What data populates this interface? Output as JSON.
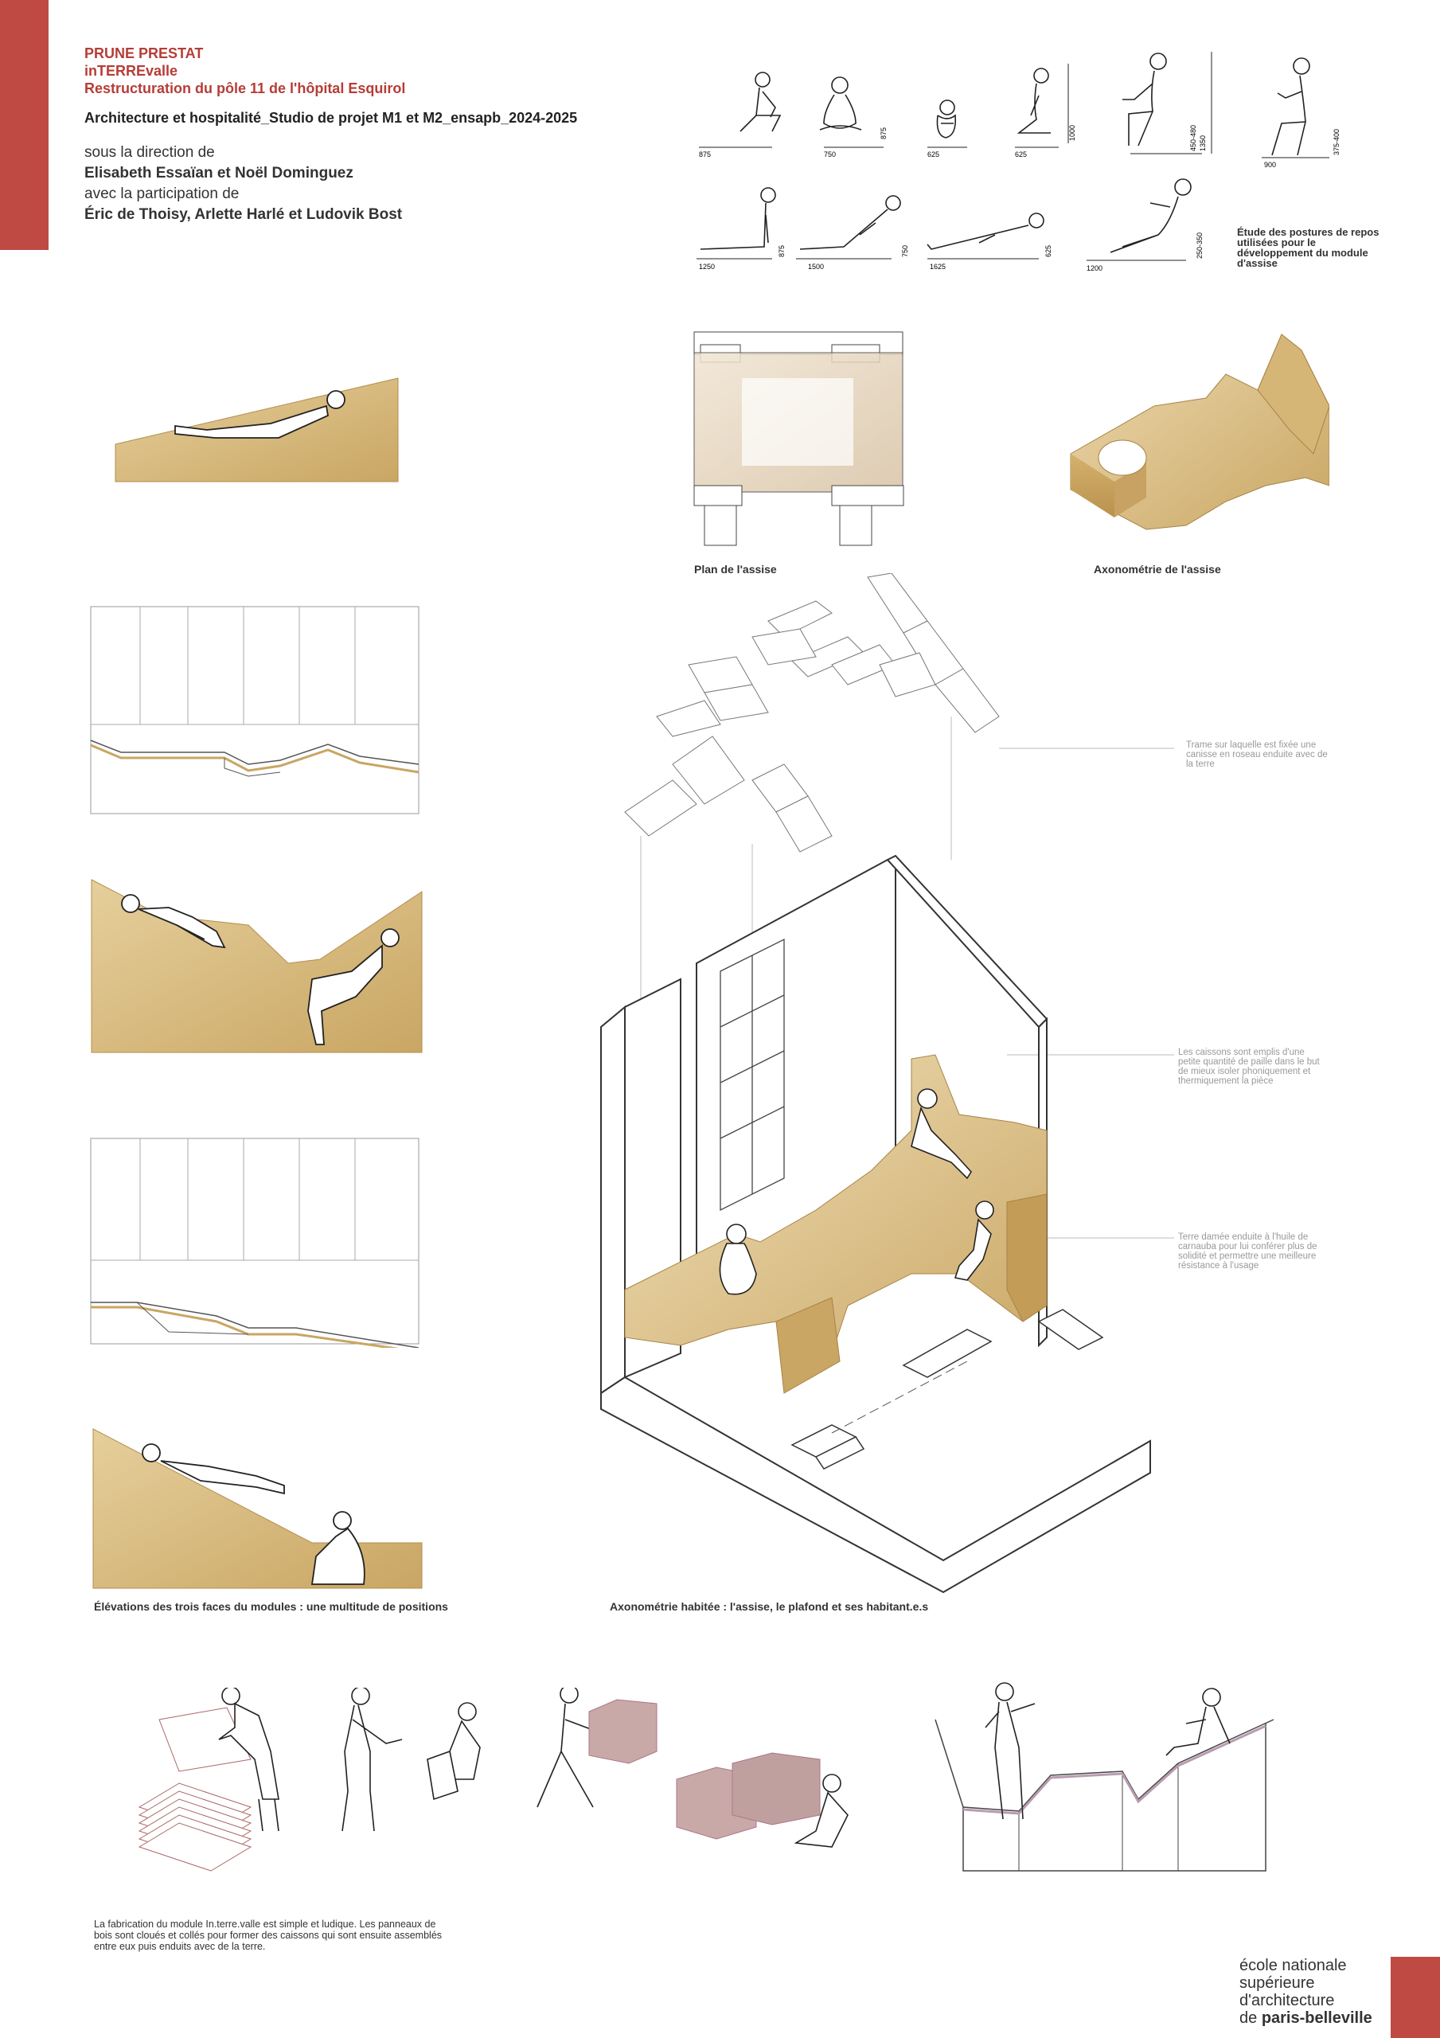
{
  "header": {
    "author": "PRUNE PRESTAT",
    "project": "inTERREvalle",
    "subtitle": "Restructuration du pôle 11 de l'hôpital Esquirol",
    "studio": "Architecture et hospitalité_Studio de projet M1 et M2_ensapb_2024-2025",
    "direction_label": "sous la direction de",
    "directors": "Elisabeth Essaïan et Noël Dominguez",
    "participation_label": "avec la participation de",
    "participants": "Éric de Thoisy, Arlette Harlé et Ludovik Bost"
  },
  "postures": {
    "caption": "Étude des postures de repos utilisées pour le développement du module d'assise",
    "row1": [
      {
        "width": "875"
      },
      {
        "width": "750",
        "height": "875"
      },
      {
        "width": "625"
      },
      {
        "width": "625",
        "height": "1000"
      },
      {
        "height_a": "450-480",
        "height_b": "1350"
      },
      {
        "width": "900",
        "height": "375-400"
      }
    ],
    "row2": [
      {
        "width": "1250",
        "height": "875"
      },
      {
        "width": "1500",
        "height": "750"
      },
      {
        "width": "1625",
        "height": "625"
      },
      {
        "width": "1200",
        "height": "250-350"
      }
    ]
  },
  "plan": {
    "plan_caption": "Plan de l'assise",
    "axo_caption": "Axonométrie de l'assise"
  },
  "elevations": {
    "caption": "Élévations des trois faces du modules : une multitude de positions"
  },
  "axo_habitee": {
    "caption": "Axonométrie habitée : l'assise, le plafond et ses habitant.e.s",
    "note_trame": "Trame sur laquelle est fixée une canisse en roseau enduite avec de la terre",
    "note_caissons": "Les caissons sont emplis d'une petite quantité de paille dans le but de mieux isoler phoniquement et thermiquement la pièce",
    "note_terre": "Terre damée enduite à l'huile de carnauba pour lui conférer plus de solidité et permettre une meilleure résistance à l'usage"
  },
  "fabrication": {
    "caption": "La fabrication du module In.terre.valle est simple et ludique. Les panneaux de bois sont cloués et collés pour former des caissons qui sont ensuite assemblés entre eux puis enduits avec de la terre."
  },
  "school": {
    "line1": "école nationale",
    "line2": "supérieure",
    "line3": "d'architecture",
    "line4_prefix": "de ",
    "line4_bold": "paris-belleville"
  },
  "colors": {
    "brand_red": "#bf4a43",
    "earth": "#d8b978",
    "box": "#c9a9a8"
  }
}
